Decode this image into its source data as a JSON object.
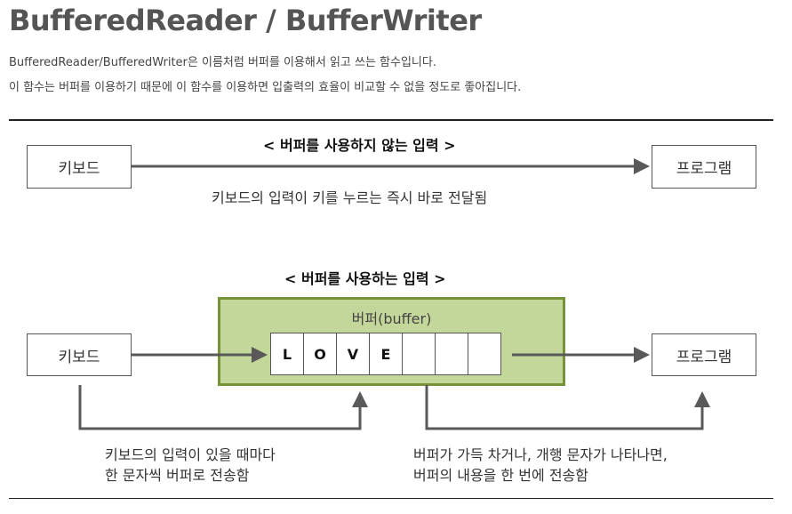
{
  "header": {
    "title": "BufferedReader / BufferWriter",
    "description_line1": "BufferedReader/BufferedWriter은 이름처럼 버퍼를 이용해서 읽고 쓰는 함수입니다.",
    "description_line2": "이 함수는 버퍼를 이용하기 때문에 이 함수를 이용하면 입출력의 효율이 비교할 수 없을 정도로 좋아집니다."
  },
  "diagram_unbuffered": {
    "heading": "< 버퍼를 사용하지 않는 입력 >",
    "source": "키보드",
    "target": "프로그램",
    "caption": "키보드의 입력이 키를 누르는 즉시 바로 전달됨"
  },
  "diagram_buffered": {
    "heading": "< 버퍼를 사용하는 입력 >",
    "source": "키보드",
    "target": "프로그램",
    "buffer_title": "버퍼(buffer)",
    "cells": [
      "L",
      "O",
      "V",
      "E",
      "",
      "",
      ""
    ],
    "caption_left_line1": "키보드의 입력이 있을 때마다",
    "caption_left_line2": "한 문자씩 버퍼로 전송함",
    "caption_right_line1": "버퍼가 가득 차거나, 개행 문자가 나타나면,",
    "caption_right_line2": "버퍼의 내용을 한 번에 전송함"
  },
  "colors": {
    "buffer_fill": "#c4d79b",
    "buffer_border": "#76933c",
    "arrow": "#595959"
  }
}
